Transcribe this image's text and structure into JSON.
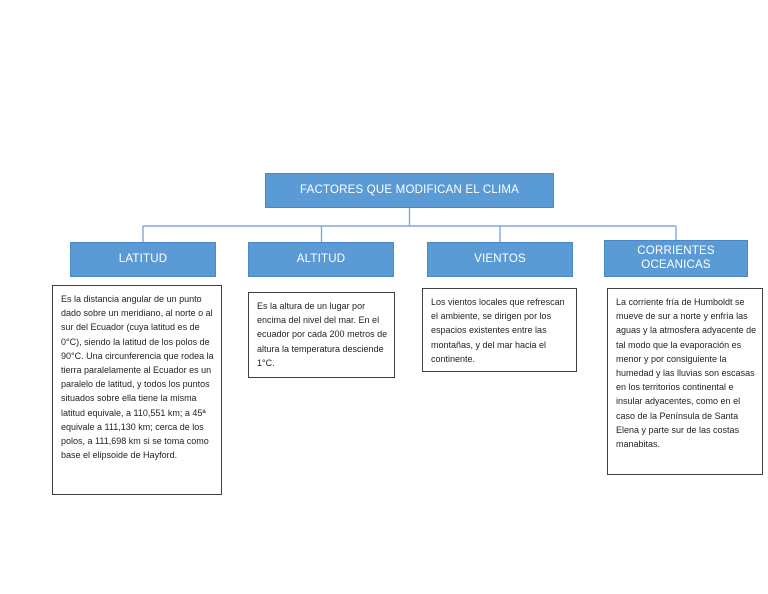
{
  "diagram": {
    "title": "FACTORES QUE MODIFICAN EL CLIMA",
    "branches": [
      {
        "label": "LATITUD",
        "description": "Es la distancia angular de un punto dado sobre un meridiano, al norte o al sur del Ecuador (cuya latitud es de 0°C), siendo la latitud de los polos de 90°C. Una circunferencia que rodea la tierra paralelamente al Ecuador es un paralelo de latitud, y todos los puntos situados sobre ella tiene la misma latitud equivale, a 110,551 km; a 45ª equivale a 111,130 km; cerca de los polos, a 111,698 km si se toma como base el elipsoide de Hayford."
      },
      {
        "label": "ALTITUD",
        "description": "Es la altura de un lugar por encima del nivel del mar. En el ecuador por cada 200 metros de altura la temperatura desciende 1°C."
      },
      {
        "label": "VIENTOS",
        "description": "Los vientos locales que refrescan el ambiente, se dirigen por los espacios existentes entre las montañas, y del mar hacia el continente."
      },
      {
        "label": "CORRIENTES OCEANICAS",
        "description": "La corriente fría de Humboldt se mueve de sur a norte y enfría las aguas y la atmosfera adyacente de tal modo que la evaporación es menor y por consiguiente la humedad y las lluvias son escasas en los territorios continental e insular adyacentes, como en el caso de la Península de Santa Elena y parte sur de las costas manabitas."
      }
    ],
    "colors": {
      "node_fill": "#5B9BD5",
      "node_border": "#4A88C8",
      "node_text": "#FFFFFF",
      "connector": "#7FA9D9",
      "desc_border": "#404040",
      "desc_text": "#1F1F1F",
      "background": "#FFFFFF"
    }
  }
}
